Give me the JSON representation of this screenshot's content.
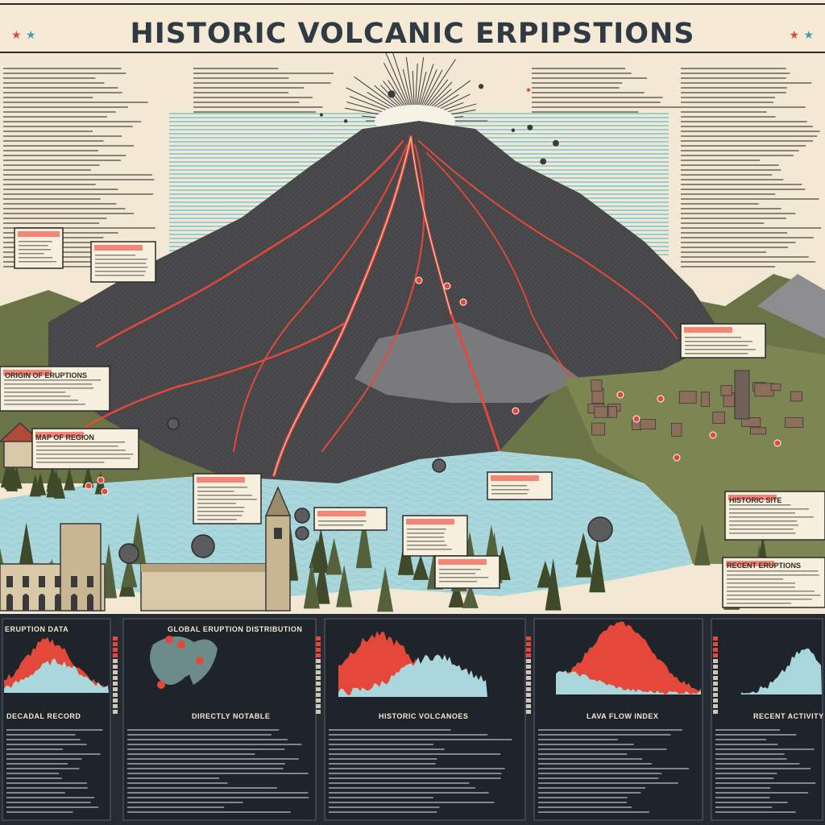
{
  "poster": {
    "title": "HISTORIC VOLCANIC ERPIPSTIONS"
  },
  "colors": {
    "background": "#f2e8d4",
    "lava": "#e3483a",
    "volcano": "#4a4a4c",
    "lake": "#a9d7dc",
    "forest": "#5b6a3a",
    "panel": "#262b33",
    "ink": "#2f3a44"
  },
  "icons": [
    "star-icon",
    "volcano-illustration",
    "lava-flow",
    "world-map-icon",
    "area-chart",
    "castle-tower-icon",
    "building-icon",
    "boulder-icon"
  ],
  "callouts": [
    {
      "label": "ORIGIN OF ERUPTIONS"
    },
    {
      "label": "MAP OF REGION"
    },
    {
      "label": "HISTORIC SITE"
    },
    {
      "label": "RECENT ERUPTIONS"
    }
  ],
  "panels": [
    {
      "heading": "ERUPTION DATA",
      "footer": "DECADAL RECORD"
    },
    {
      "heading": "GLOBAL ERUPTION DISTRIBUTION",
      "footer": "DIRECTLY NOTABLE"
    },
    {
      "heading": "",
      "footer": "HISTORIC VOLCANOES"
    },
    {
      "heading": "",
      "footer": "LAVA FLOW INDEX"
    },
    {
      "heading": "",
      "footer": "RECENT ACTIVITY"
    }
  ]
}
